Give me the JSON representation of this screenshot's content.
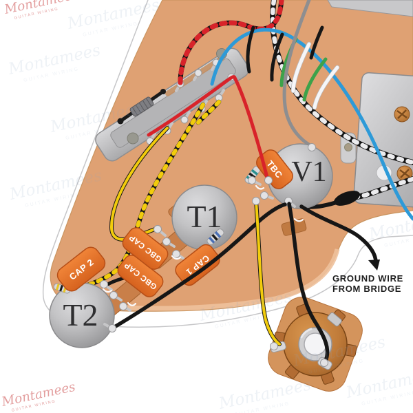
{
  "watermark": {
    "name": "Montamees",
    "tagline": "GUITAR WIRING"
  },
  "annotation": {
    "line1": "GROUND WIRE",
    "line2": "FROM BRIDGE"
  },
  "components": {
    "volume_pot": {
      "label": "V1"
    },
    "tone_pot_1": {
      "label": "T1"
    },
    "tone_pot_2": {
      "label": "T2"
    },
    "treble_bleed_cap": {
      "label": "TBC"
    },
    "cap_1": {
      "label": "CAP 1"
    },
    "cap_2": {
      "label": "CAP 2"
    },
    "gbc_cap_a": {
      "label": "GBC CAP"
    },
    "gbc_cap_b": {
      "label": "GBC CAP"
    }
  },
  "colors": {
    "background": "#FFFFFF",
    "pickguard": "#DFA173",
    "pickguard_edge": "#C9945F",
    "cap_orange": "#E8732A",
    "wire_red": "#D8232A",
    "wire_blue": "#2D9AD8",
    "wire_yellow": "#F2CC0C",
    "wire_black": "#161616",
    "wire_gray": "#8E8E90",
    "wire_green": "#3DA24A",
    "wire_white": "#F6F6F8",
    "annotation_text": "#1E1E1E"
  }
}
